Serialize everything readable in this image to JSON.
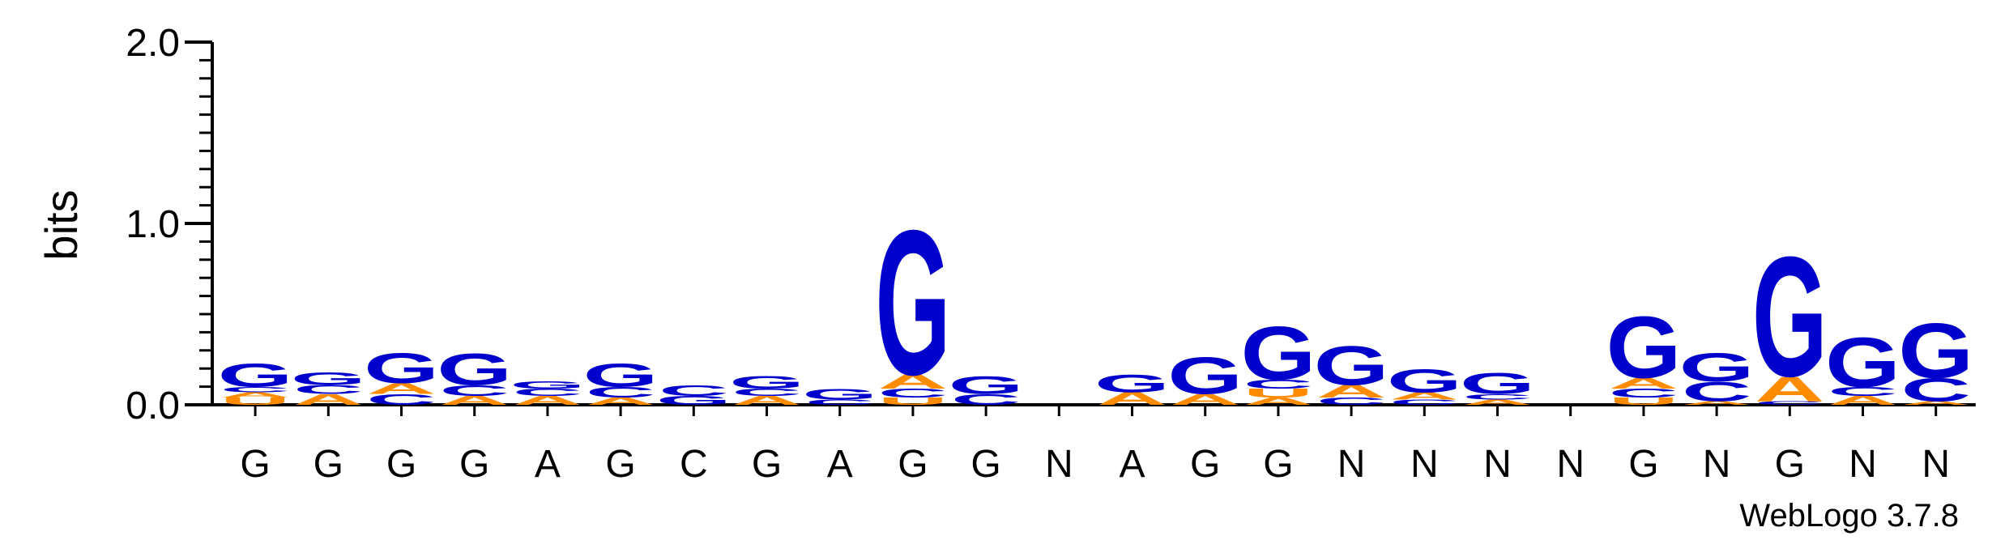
{
  "chart_data": {
    "type": "sequence-logo",
    "ylabel": "bits",
    "ylim": [
      0,
      2.0
    ],
    "yticks": [
      "0.0",
      "1.0",
      "2.0"
    ],
    "yticks_values": [
      0,
      1,
      2
    ],
    "colors": {
      "G": "#0000cc",
      "C": "#0000cc",
      "A": "#ff8c00",
      "U": "#ff8c00"
    },
    "positions": [
      {
        "label": "G",
        "stack": [
          [
            "U",
            0.04
          ],
          [
            "A",
            0.03
          ],
          [
            "C",
            0.03
          ],
          [
            "G",
            0.13
          ]
        ]
      },
      {
        "label": "G",
        "stack": [
          [
            "A",
            0.06
          ],
          [
            "C",
            0.05
          ],
          [
            "G",
            0.07
          ]
        ]
      },
      {
        "label": "G",
        "stack": [
          [
            "C",
            0.06
          ],
          [
            "A",
            0.06
          ],
          [
            "G",
            0.17
          ]
        ]
      },
      {
        "label": "G",
        "stack": [
          [
            "A",
            0.05
          ],
          [
            "C",
            0.06
          ],
          [
            "G",
            0.18
          ]
        ]
      },
      {
        "label": "A",
        "stack": [
          [
            "A",
            0.05
          ],
          [
            "C",
            0.04
          ],
          [
            "G",
            0.04
          ]
        ]
      },
      {
        "label": "G",
        "stack": [
          [
            "A",
            0.04
          ],
          [
            "C",
            0.06
          ],
          [
            "G",
            0.13
          ]
        ]
      },
      {
        "label": "C",
        "stack": [
          [
            "G",
            0.05
          ],
          [
            "C",
            0.06
          ]
        ]
      },
      {
        "label": "G",
        "stack": [
          [
            "A",
            0.05
          ],
          [
            "C",
            0.04
          ],
          [
            "G",
            0.07
          ]
        ]
      },
      {
        "label": "A",
        "stack": [
          [
            "C",
            0.03
          ],
          [
            "G",
            0.06
          ]
        ]
      },
      {
        "label": "G",
        "stack": [
          [
            "U",
            0.04
          ],
          [
            "C",
            0.05
          ],
          [
            "A",
            0.08
          ],
          [
            "G",
            0.82
          ]
        ]
      },
      {
        "label": "G",
        "stack": [
          [
            "C",
            0.06
          ],
          [
            "G",
            0.1
          ]
        ]
      },
      {
        "label": "N",
        "stack": []
      },
      {
        "label": "A",
        "stack": [
          [
            "A",
            0.07
          ],
          [
            "G",
            0.1
          ]
        ]
      },
      {
        "label": "G",
        "stack": [
          [
            "A",
            0.06
          ],
          [
            "G",
            0.21
          ]
        ]
      },
      {
        "label": "G",
        "stack": [
          [
            "A",
            0.04
          ],
          [
            "U",
            0.05
          ],
          [
            "C",
            0.05
          ],
          [
            "G",
            0.3
          ]
        ]
      },
      {
        "label": "N",
        "stack": [
          [
            "C",
            0.04
          ],
          [
            "A",
            0.07
          ],
          [
            "G",
            0.22
          ]
        ]
      },
      {
        "label": "N",
        "stack": [
          [
            "C",
            0.03
          ],
          [
            "A",
            0.04
          ],
          [
            "G",
            0.13
          ]
        ]
      },
      {
        "label": "N",
        "stack": [
          [
            "A",
            0.03
          ],
          [
            "C",
            0.03
          ],
          [
            "G",
            0.12
          ]
        ]
      },
      {
        "label": "N",
        "stack": []
      },
      {
        "label": "G",
        "stack": [
          [
            "U",
            0.04
          ],
          [
            "C",
            0.05
          ],
          [
            "A",
            0.06
          ],
          [
            "G",
            0.35
          ]
        ]
      },
      {
        "label": "N",
        "stack": [
          [
            "A",
            0.02
          ],
          [
            "C",
            0.11
          ],
          [
            "G",
            0.16
          ]
        ]
      },
      {
        "label": "G",
        "stack": [
          [
            "C",
            0.02
          ],
          [
            "A",
            0.14
          ],
          [
            "G",
            0.68
          ]
        ]
      },
      {
        "label": "N",
        "stack": [
          [
            "A",
            0.05
          ],
          [
            "C",
            0.05
          ],
          [
            "G",
            0.28
          ]
        ]
      },
      {
        "label": "N",
        "stack": [
          [
            "A",
            0.02
          ],
          [
            "C",
            0.13
          ],
          [
            "G",
            0.31
          ]
        ]
      }
    ]
  },
  "footer": "WebLogo 3.7.8"
}
